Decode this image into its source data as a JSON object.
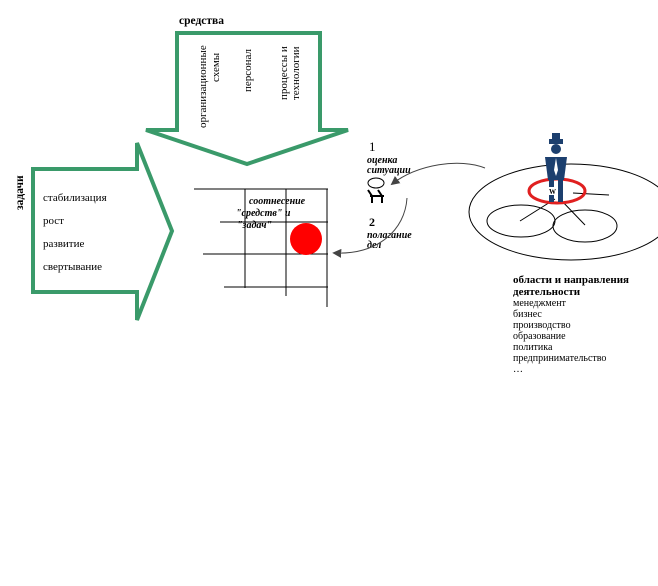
{
  "top_arrow": {
    "title": "средства",
    "items": [
      "организационные схемы",
      "персонал",
      "процессы и технологии"
    ]
  },
  "left_arrow": {
    "title": "задачи",
    "items": [
      "стабилизация",
      "рост",
      "развитие",
      "свертывание"
    ]
  },
  "grid": {
    "label_line1": "соотнесение",
    "label_line2": "\"средств\" и",
    "label_line3": "\"задач\""
  },
  "steps": {
    "step1_number": "1",
    "step1_line1": "оценка",
    "step1_line2": "ситуации",
    "step2_number": "2",
    "step2_line1": "полагание",
    "step2_line2": "дел"
  },
  "person_badge": "W",
  "areas": {
    "title_line1": "области и направления",
    "title_line2": "деятельности",
    "items": [
      "менеджмент",
      "бизнес",
      "производство",
      "образование",
      "политика",
      "предпринимательство",
      "…"
    ]
  },
  "colors": {
    "arrow_green": "#3a9a6a",
    "accent_red": "#e02020",
    "person_blue": "#1c3f6e"
  }
}
